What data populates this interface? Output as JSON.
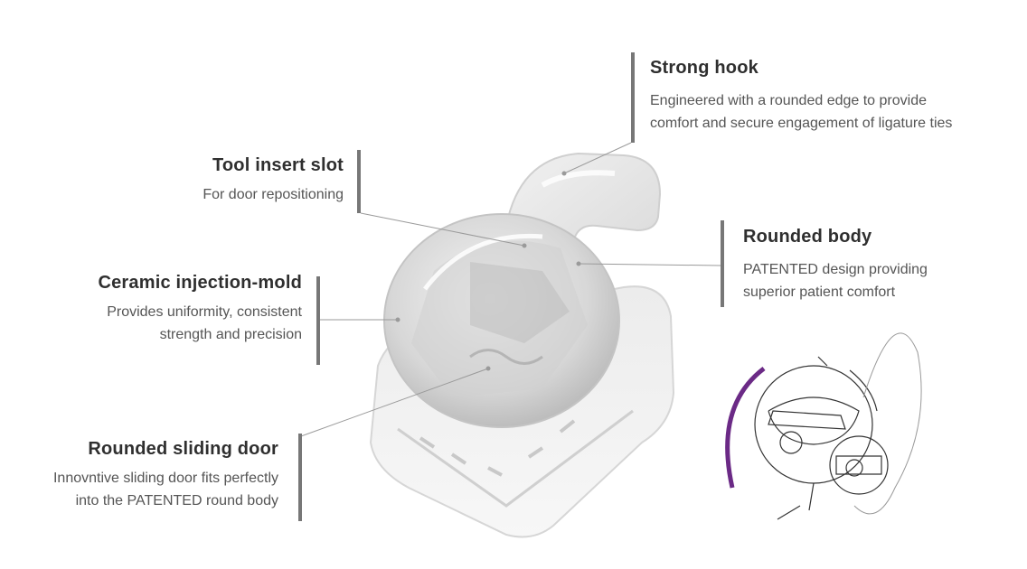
{
  "callouts": {
    "strong_hook": {
      "title": "Strong hook",
      "line1": "Engineered with a rounded edge to provide",
      "line2": "comfort and secure engagement of ligature ties"
    },
    "tool_slot": {
      "title": "Tool insert slot",
      "line1": "For door repositioning"
    },
    "rounded_body": {
      "title": "Rounded body",
      "line1": "PATENTED design providing",
      "line2": "superior patient comfort"
    },
    "ceramic": {
      "title": "Ceramic injection-mold",
      "line1": "Provides uniformity, consistent",
      "line2": "strength and precision"
    },
    "sliding_door": {
      "title": "Rounded sliding door",
      "line1": "Innovntive sliding door fits perfectly",
      "line2": "into the PATENTED round body"
    }
  },
  "colors": {
    "accent_arc": "#6b2a86",
    "bar": "#777777",
    "leader": "#9a9a9a",
    "title": "#2f2f2f",
    "body": "#555555"
  }
}
